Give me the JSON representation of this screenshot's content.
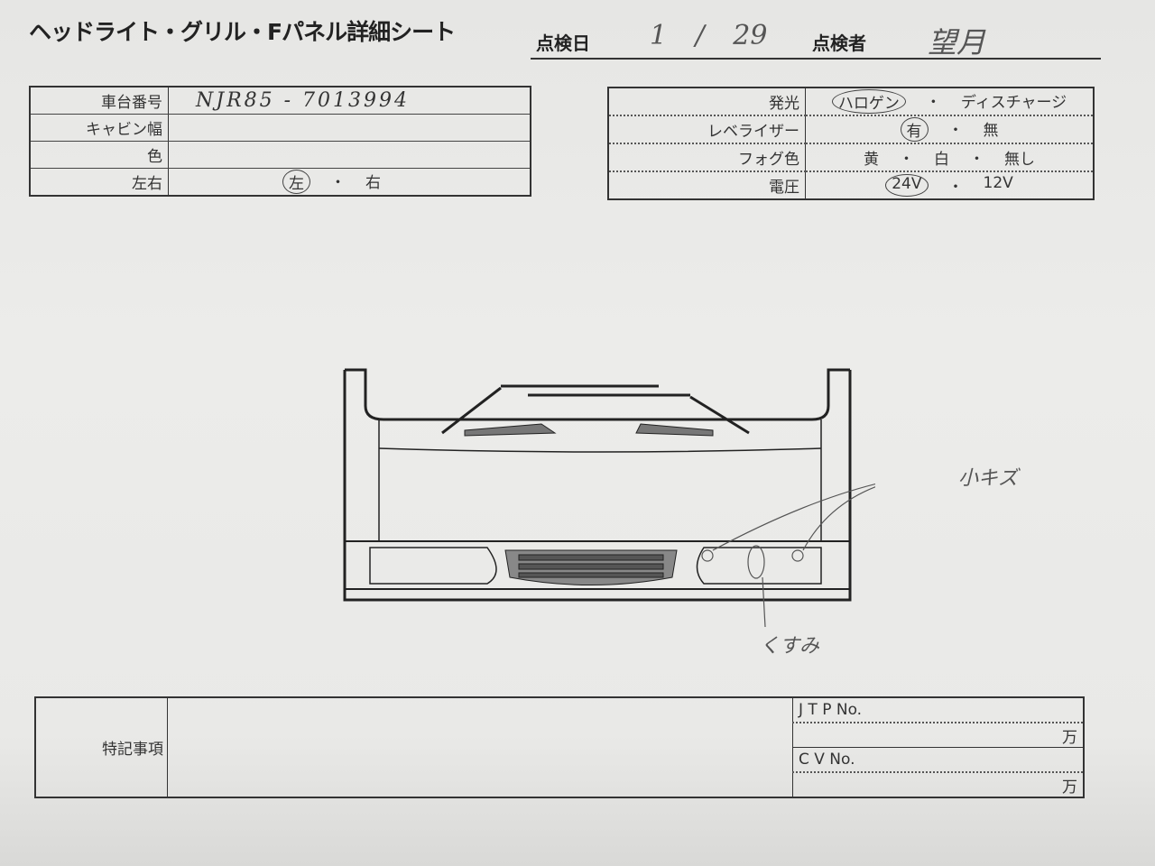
{
  "header": {
    "title": "ヘッドライト・グリル・Fパネル詳細シート",
    "date_label": "点検日",
    "date_value": "1 / 29",
    "inspector_label": "点検者",
    "inspector_value": "望月"
  },
  "left_table": {
    "rows": [
      {
        "label": "車台番号",
        "value": "NJR85 - 7013994"
      },
      {
        "label": "キャビン幅",
        "value": ""
      },
      {
        "label": "色",
        "value": ""
      },
      {
        "label": "左右",
        "options": [
          "左",
          "右"
        ],
        "selected": "左"
      }
    ]
  },
  "right_table": {
    "rows": [
      {
        "label": "発光",
        "options": [
          "ハロゲン",
          "ディスチャージ"
        ],
        "selected": "ハロゲン"
      },
      {
        "label": "レベライザー",
        "options": [
          "有",
          "無"
        ],
        "selected": "有"
      },
      {
        "label": "フォグ色",
        "options": [
          "黄",
          "白",
          "無し"
        ],
        "selected": ""
      },
      {
        "label": "電圧",
        "options": [
          "24V",
          "12V"
        ],
        "selected": "24V"
      }
    ]
  },
  "diagram": {
    "annotations": [
      "小キズ",
      "くすみ"
    ]
  },
  "bottom": {
    "remarks_label": "特記事項",
    "remarks_value": "",
    "jtp_label": "J T P No.",
    "cv_label": "C V No.",
    "unit": "万"
  }
}
